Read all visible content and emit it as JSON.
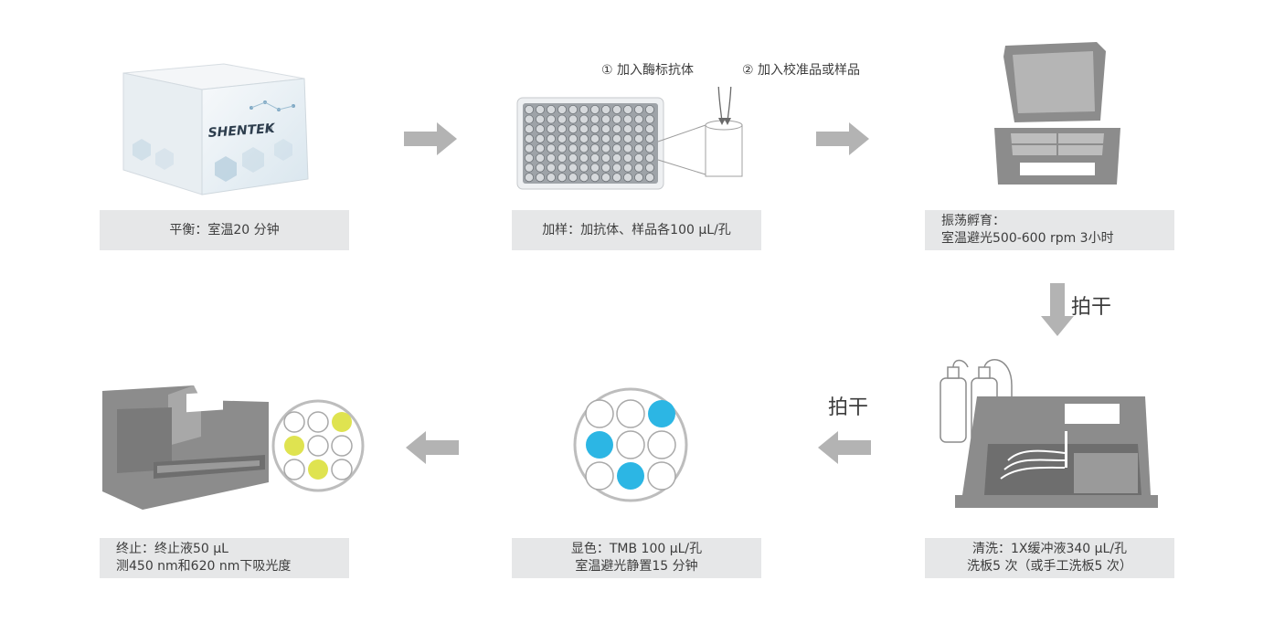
{
  "kit": {
    "brand": "SHENTEK",
    "reg_mark": "®"
  },
  "steps": [
    {
      "id": "equilibrate",
      "lines": [
        "平衡：室温20 分钟"
      ]
    },
    {
      "id": "add-sample",
      "lines": [
        "加样：加抗体、样品各100 µL/孔"
      ]
    },
    {
      "id": "incubate",
      "lines": [
        "振荡孵育：",
        "室温避光500-600 rpm 3小时"
      ]
    },
    {
      "id": "wash",
      "lines": [
        "清洗：1X缓冲液340 µL/孔",
        "洗板5 次（或手工洗板5 次）"
      ]
    },
    {
      "id": "develop",
      "lines": [
        "显色：TMB 100 µL/孔",
        "室温避光静置15 分钟"
      ]
    },
    {
      "id": "stop",
      "lines": [
        "终止：终止液50 µL",
        "测450 nm和620 nm下吸光度"
      ]
    }
  ],
  "annotations": {
    "antibody": "① 加入酶标抗体",
    "sample": "② 加入校准品或样品"
  },
  "arrow_labels": {
    "dry1": "拍干",
    "dry2": "拍干"
  },
  "colors": {
    "arrow": "#b3b3b3",
    "caption_bg": "#e6e7e8",
    "instrument": "#8c8c8c",
    "tmb_blue": "#2cb6e4",
    "stop_yellow": "#dfe350"
  },
  "well_grids": {
    "develop": [
      "w",
      "w",
      "b",
      "b",
      "w",
      "w",
      "w",
      "b",
      "w"
    ],
    "stop": [
      "w",
      "w",
      "y",
      "y",
      "w",
      "w",
      "w",
      "y",
      "w"
    ]
  }
}
